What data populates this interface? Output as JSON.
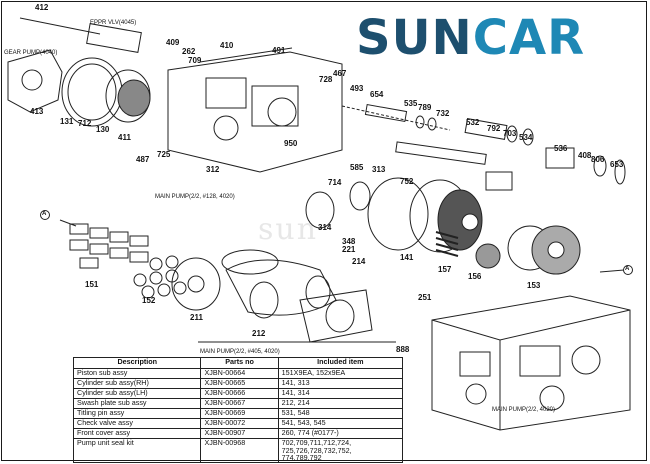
{
  "brand": {
    "name_prefix": "SUN",
    "name_suffix": "CAR",
    "primary_color": "#1d4f6e",
    "accent_color": "#1e88b5"
  },
  "watermark": "sun",
  "captions": {
    "eppr_valve": "EPPR VLV(4045)",
    "gear_pump": "GEAR PUMP(4040)",
    "main_pump_top": "MAIN PUMP(2/2, #128, 4020)",
    "main_pump_mid": "MAIN PUMP(2/2, #405, 4020)",
    "main_pump_bottom": "MAIN PUMP(2/2, 4020)"
  },
  "callouts": [
    "412",
    "409",
    "262",
    "709",
    "410",
    "491",
    "467",
    "728",
    "493",
    "654",
    "535",
    "789",
    "732",
    "532",
    "792",
    "703",
    "534",
    "536",
    "408",
    "806",
    "653",
    "413",
    "131",
    "712",
    "130",
    "411",
    "487",
    "725",
    "312",
    "950",
    "585",
    "313",
    "752",
    "714",
    "314",
    "348",
    "221",
    "214",
    "141",
    "157",
    "156",
    "153",
    "151",
    "152",
    "211",
    "212",
    "251",
    "888",
    "A",
    "A"
  ],
  "parts_table": {
    "headers": [
      "Description",
      "Parts no",
      "Included item"
    ],
    "rows": [
      [
        "Piston sub assy",
        "XJBN-00664",
        "151X9EA, 152x9EA"
      ],
      [
        "Cylinder sub assy(RH)",
        "XJBN-00665",
        "141, 313"
      ],
      [
        "Cylinder sub assy(LH)",
        "XJBN-00666",
        "141, 314"
      ],
      [
        "Swash plate sub assy",
        "XJBN-00667",
        "212, 214"
      ],
      [
        "Titling pin assy",
        "XJBN-00669",
        "531, 548"
      ],
      [
        "Check valve assy",
        "XJBN-00072",
        "541, 543, 545"
      ],
      [
        "Front cover assy",
        "XJBN-00907",
        "260, 774 (#0177-)"
      ],
      [
        "Pump unit seal kit",
        "XJBN-00968",
        "702,709,711,712,724,\n725,726,728,732,752,\n774,789,792"
      ]
    ]
  }
}
